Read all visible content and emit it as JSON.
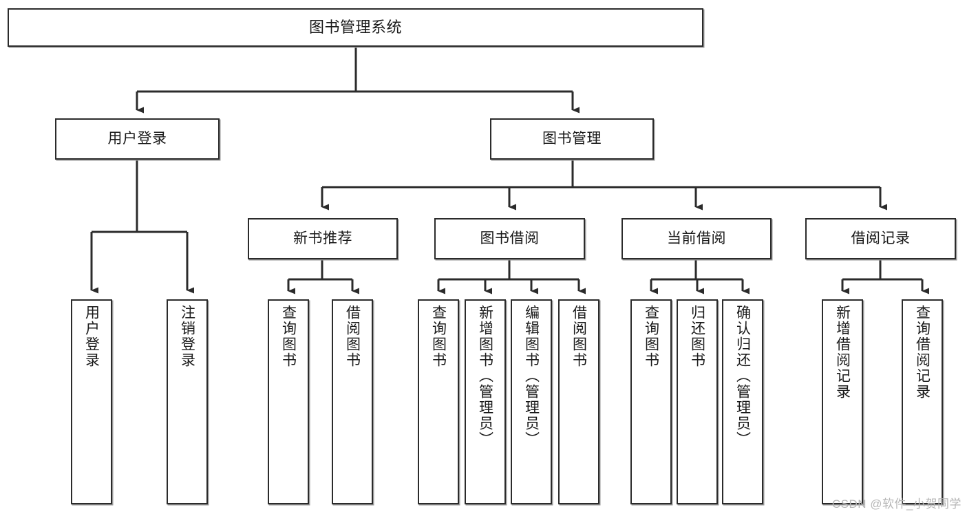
{
  "diagram": {
    "title": "图书管理系统",
    "type": "tree-hierarchy-chart",
    "watermark": "CSDN @软件_小贺同学",
    "colors": {
      "box_border": "#2b2b2b",
      "box_fill": "#ffffff",
      "edge": "#2b2b2b",
      "watermark": "#b6b6b6"
    },
    "root": {
      "label": "图书管理系统"
    },
    "level2": [
      {
        "label": "用户登录"
      },
      {
        "label": "图书管理"
      }
    ],
    "level3": [
      {
        "label": "新书推荐"
      },
      {
        "label": "图书借阅"
      },
      {
        "label": "当前借阅"
      },
      {
        "label": "借阅记录"
      }
    ],
    "leaves": {
      "user_login": [
        {
          "label": "用户登录"
        },
        {
          "label": "注销登录"
        }
      ],
      "new_book_recommend": [
        {
          "label": "查询图书"
        },
        {
          "label": "借阅图书"
        }
      ],
      "book_borrow": [
        {
          "label": "查询图书"
        },
        {
          "label": "新增图书（管理员）"
        },
        {
          "label": "编辑图书（管理员）"
        },
        {
          "label": "借阅图书"
        }
      ],
      "current_borrow": [
        {
          "label": "查询图书"
        },
        {
          "label": "归还图书"
        },
        {
          "label": "确认归还（管理员）"
        }
      ],
      "borrow_record": [
        {
          "label": "新增借阅记录"
        },
        {
          "label": "查询借阅记录"
        }
      ]
    }
  }
}
